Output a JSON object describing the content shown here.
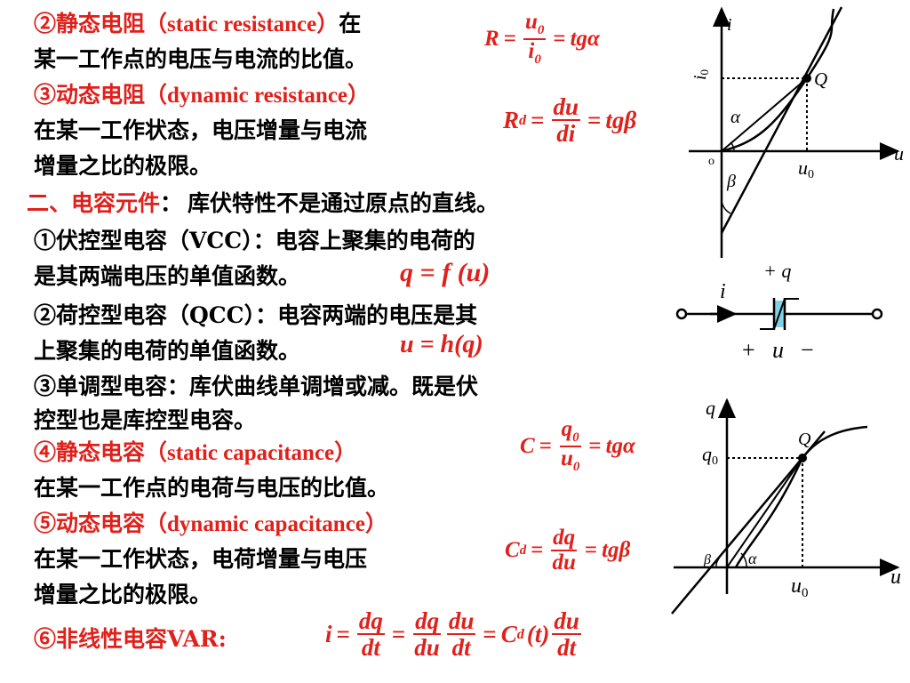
{
  "static_res": {
    "title": "②静态电阻（",
    "title_en": "static resistance",
    "title_end": "）",
    "tail": "在",
    "line2": "某一工作点的电压与电流的比值。"
  },
  "dynamic_res": {
    "title": "③动态电阻（",
    "title_en": "dynamic resistance",
    "title_end": "）",
    "line2": "在某一工作状态，电压增量与电流",
    "line3": "增量之比的极限。"
  },
  "capacitor": {
    "heading": "二、电容元件",
    "colon": "：",
    "desc": "库伏特性不是通过原点的直线。"
  },
  "vcc": {
    "line1": "①伏控型电容（VCC）：电容上聚集的电荷的",
    "line2": "是其两端电压的单值函数。"
  },
  "qcc": {
    "line1": "②荷控型电容（QCC）：电容两端的电压是其",
    "line2": "上聚集的电荷的单值函数。"
  },
  "mono": {
    "line1": "③单调型电容：库伏曲线单调增或减。既是伏",
    "line2": "控型也是库控型电容。"
  },
  "static_cap": {
    "title": "④静态电容（",
    "title_en": "static capacitance",
    "title_end": "）",
    "line2": "在某一工作点的电荷与电压的比值。"
  },
  "dynamic_cap": {
    "title": "⑤动态电容（",
    "title_en": "dynamic capacitance",
    "title_end": "）",
    "line2": "在某一工作状态，电荷增量与电压",
    "line3": "增量之比的极限。"
  },
  "var": {
    "title": "⑥非线性电容VAR",
    "colon": ":"
  },
  "formulas": {
    "R": "R",
    "u0": "u",
    "i0": "i",
    "sub0": "0",
    "eq": "=",
    "tga": "tgα",
    "tgb": "tgβ",
    "Rd": "R",
    "d": "d",
    "du": "du",
    "di": "di",
    "q_eq": "q = f (u)",
    "u_eq": "u = h(q)",
    "C": "C",
    "q0": "q",
    "Cd": "C",
    "dq": "dq",
    "i": "i",
    "dt": "dt",
    "t": "(t)"
  },
  "graph1": {
    "i": "i",
    "u": "u",
    "Q": "Q",
    "alpha": "α",
    "beta": "β",
    "u0": "u",
    "i0": "i",
    "sub0": "0",
    "origin": "o"
  },
  "symbol": {
    "i": "i",
    "plus_q": "+ q",
    "plus": "+",
    "u": "u",
    "minus": "−"
  },
  "graph2": {
    "q": "q",
    "u": "u",
    "Q": "Q",
    "q0": "q",
    "u0": "u",
    "sub0": "0",
    "alpha": "α",
    "beta": "β"
  }
}
